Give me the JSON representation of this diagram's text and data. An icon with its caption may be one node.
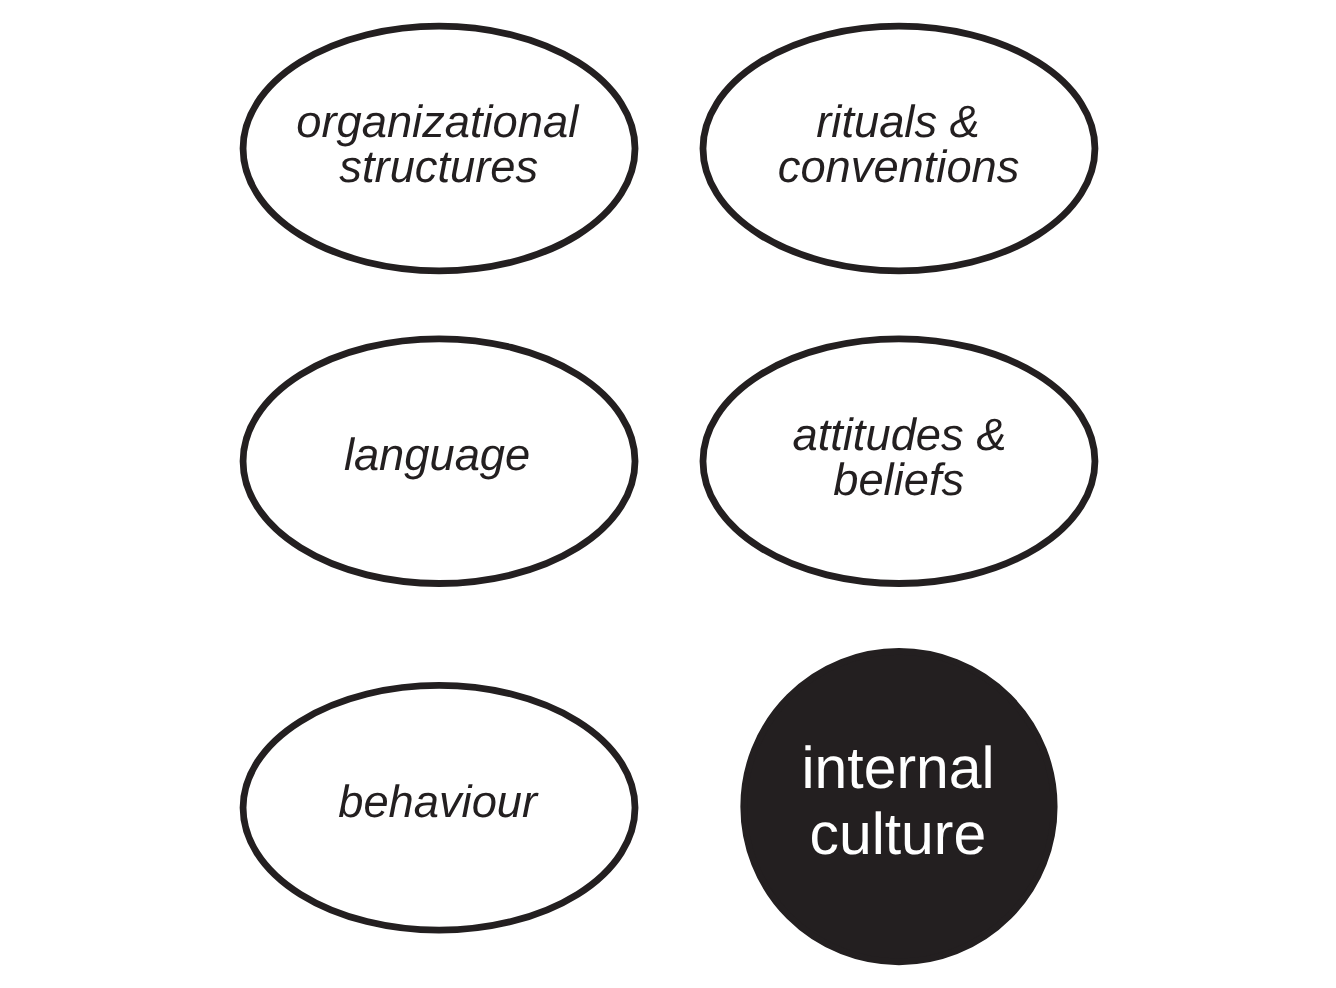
{
  "diagram": {
    "nodes": [
      {
        "text": [
          "language"
        ]
      },
      {
        "text": [
          "organizational structures"
        ]
      },
      {
        "text": [
          "internal culture"
        ]
      },
      {
        "text": [
          "behaviour"
        ]
      },
      {
        "text": [
          "rituals & conventions"
        ]
      },
      {
        "text": [
          "attitudes & beliefs"
        ]
      }
    ]
  }
}
